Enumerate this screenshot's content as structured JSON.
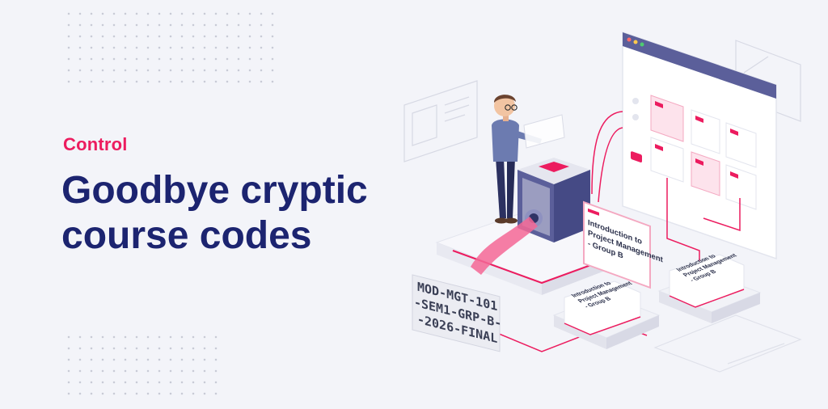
{
  "eyebrow": "Control",
  "headline": {
    "line1": "Goodbye cryptic",
    "line2": "course codes"
  },
  "illustration": {
    "course_code_lines": [
      "MOD-MGT-101",
      "-SEM1-GRP-B-",
      "-2026-FINAL"
    ],
    "course_name_lines": [
      "Introduction to",
      "Project Management",
      "- Group B"
    ],
    "colors": {
      "accent": "#ec1c5f",
      "navy": "#1c2470",
      "cube": "#4b4f8a"
    }
  }
}
